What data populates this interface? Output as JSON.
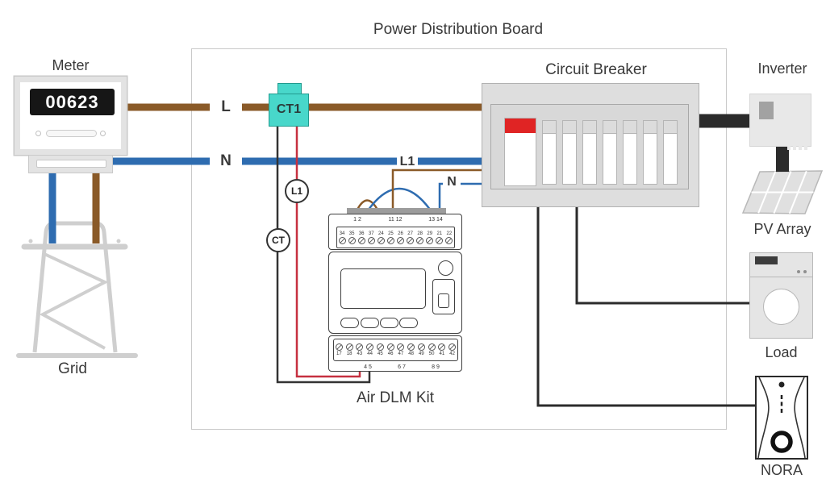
{
  "title": "Power Distribution Board",
  "colors": {
    "wire-l": "#8a5a28",
    "wire-n": "#2e6cb0",
    "wire-black": "#2b2b2b",
    "wire-red": "#c63040",
    "ct-fill": "#48d7ca",
    "ct-border": "#229a8e",
    "breaker-on": "#e02424"
  },
  "meter": {
    "label": "Meter",
    "reading": "00623"
  },
  "grid": {
    "label": "Grid"
  },
  "lines": {
    "live": "L",
    "neutral": "N"
  },
  "ct1": {
    "label": "CT1"
  },
  "probes": {
    "l1": "L1",
    "ct": "CT"
  },
  "dlm": {
    "label": "Air DLM Kit",
    "top_groups": [
      "1 2",
      "11 12",
      "13 14"
    ],
    "top_terminals": [
      "34",
      "35",
      "36",
      "37",
      "24",
      "25",
      "26",
      "27",
      "28",
      "29",
      "21",
      "22"
    ],
    "bottom_terminals": [
      "17",
      "18",
      "43",
      "44",
      "45",
      "46",
      "47",
      "48",
      "49",
      "50",
      "41",
      "42"
    ],
    "bottom_groups": [
      "4 5",
      "6 7",
      "8 9"
    ],
    "wire_labels": {
      "l1": "L1",
      "n": "N"
    }
  },
  "breaker": {
    "label": "Circuit Breaker",
    "slots": [
      "on",
      "off",
      "off",
      "off",
      "off",
      "off",
      "off",
      "off"
    ]
  },
  "inverter": {
    "label": "Inverter"
  },
  "pv": {
    "label": "PV Array"
  },
  "load": {
    "label": "Load"
  },
  "nora": {
    "label": "NORA"
  }
}
